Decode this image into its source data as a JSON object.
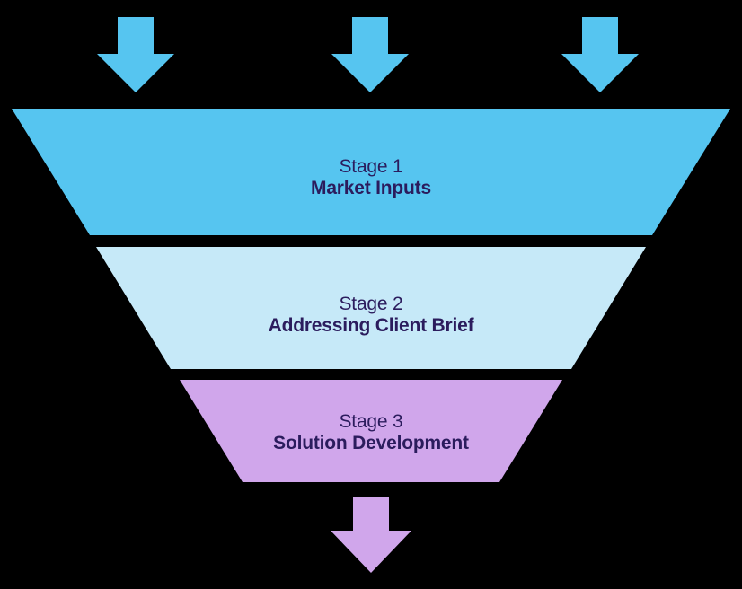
{
  "diagram": {
    "type": "funnel",
    "background_color": "#000000",
    "text_color": "#2B1C5D",
    "top_arrows": {
      "count": 3,
      "direction": "down",
      "color": "#56C5F0"
    },
    "bottom_arrow": {
      "count": 1,
      "direction": "down",
      "color": "#D0A6EB"
    },
    "stages": [
      {
        "label": "Stage 1",
        "name": "Market Inputs",
        "color": "#56C5F0"
      },
      {
        "label": "Stage 2",
        "name": "Addressing Client Brief",
        "color": "#C6E9F8"
      },
      {
        "label": "Stage 3",
        "name": "Solution Development",
        "color": "#D0A6EB"
      }
    ]
  }
}
